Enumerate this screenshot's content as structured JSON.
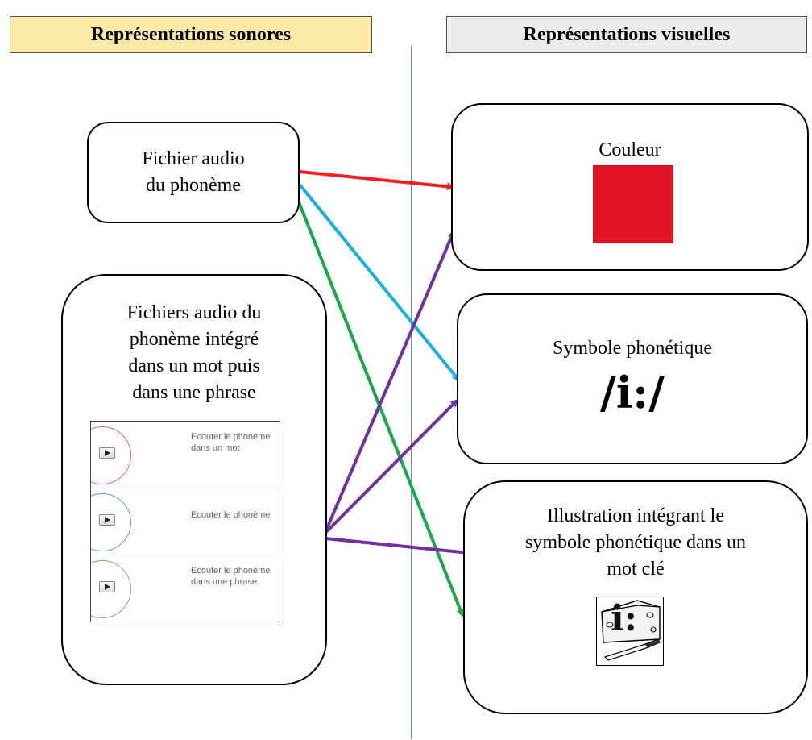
{
  "headers": {
    "left": "Représentations sonores",
    "right": "Représentations visuelles"
  },
  "boxes": {
    "audio": "Fichier audio\ndu phonème",
    "audio_mot": "Fichiers audio du\nphonème intégré\ndans un mot puis\ndans une phrase",
    "couleur": "Couleur",
    "symbole": "Symbole phonétique",
    "symbole_value": "/i:/",
    "illustration": "Illustration intégrant le\nsymbole phonétique dans un\nmot clé"
  },
  "player": {
    "rows": [
      {
        "label": "Ecouter le phonème dans un mot",
        "ring_color": "#e85ac4"
      },
      {
        "label": "Ecouter le phonème",
        "ring_color": "#5aa0d8"
      },
      {
        "label": "Ecouter le phonème dans une phrase",
        "ring_color": "#8aa86a"
      }
    ]
  },
  "icon": {
    "name": "cheese-icon",
    "text": "i:"
  },
  "colors": {
    "swatch": "#e11423",
    "header_left_bg": "#fde9a8",
    "header_right_bg": "#ececec",
    "arrow_red": "#ff1a1a",
    "arrow_blue": "#17aee8",
    "arrow_green": "#17a84a",
    "arrow_purple": "#7030a0",
    "divider": "#5b9bd5"
  },
  "connections": [
    {
      "from": "audio",
      "to": "couleur",
      "color": "red"
    },
    {
      "from": "audio",
      "to": "symbole",
      "color": "blue"
    },
    {
      "from": "audio",
      "to": "illustration",
      "color": "green"
    },
    {
      "from": "audio_mot",
      "to": "couleur",
      "color": "purple"
    },
    {
      "from": "audio_mot",
      "to": "symbole",
      "color": "purple"
    },
    {
      "from": "audio_mot",
      "to": "illustration",
      "color": "purple"
    }
  ]
}
